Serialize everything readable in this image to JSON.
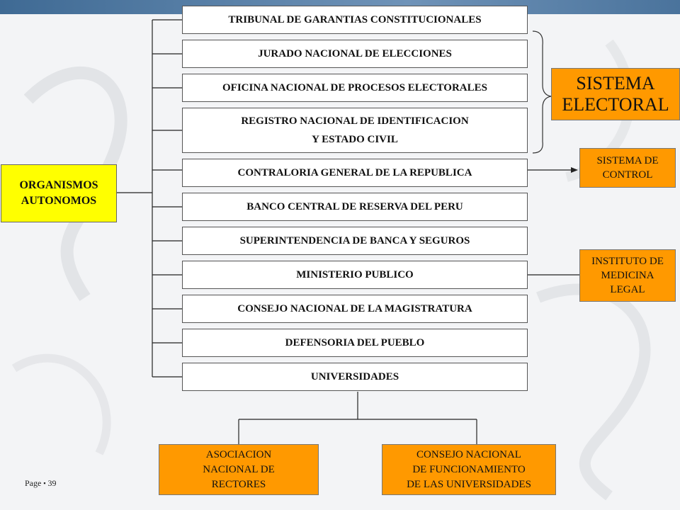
{
  "left_box": "ORGANISMOS AUTONOMOS",
  "organisms": [
    "TRIBUNAL DE GARANTIAS CONSTITUCIONALES",
    "JURADO NACIONAL DE ELECCIONES",
    "OFICINA NACIONAL DE PROCESOS ELECTORALES",
    "REGISTRO NACIONAL DE IDENTIFICACION",
    "Y ESTADO CIVIL",
    "CONTRALORIA GENERAL DE LA REPUBLICA",
    "BANCO CENTRAL DE RESERVA DEL PERU",
    "SUPERINTENDENCIA DE BANCA Y SEGUROS",
    "MINISTERIO PUBLICO",
    "CONSEJO NACIONAL DE LA MAGISTRATURA",
    "DEFENSORIA DEL PUEBLO",
    "UNIVERSIDADES"
  ],
  "sistema_electoral": [
    "SISTEMA",
    "ELECTORAL"
  ],
  "sistema_control": [
    "SISTEMA DE",
    "CONTROL"
  ],
  "instituto": [
    "INSTITUTO DE",
    "MEDICINA",
    "LEGAL"
  ],
  "asociacion": [
    "ASOCIACION",
    "NACIONAL DE",
    "RECTORES"
  ],
  "consejo_func": [
    "CONSEJO NACIONAL",
    "DE FUNCIONAMIENTO",
    "DE LAS UNIVERSIDADES"
  ],
  "page_label": "Page",
  "page_number": "39",
  "colors": {
    "yellow": "#ffff00",
    "orange": "#ff9900",
    "topbar": "#4a739c"
  }
}
